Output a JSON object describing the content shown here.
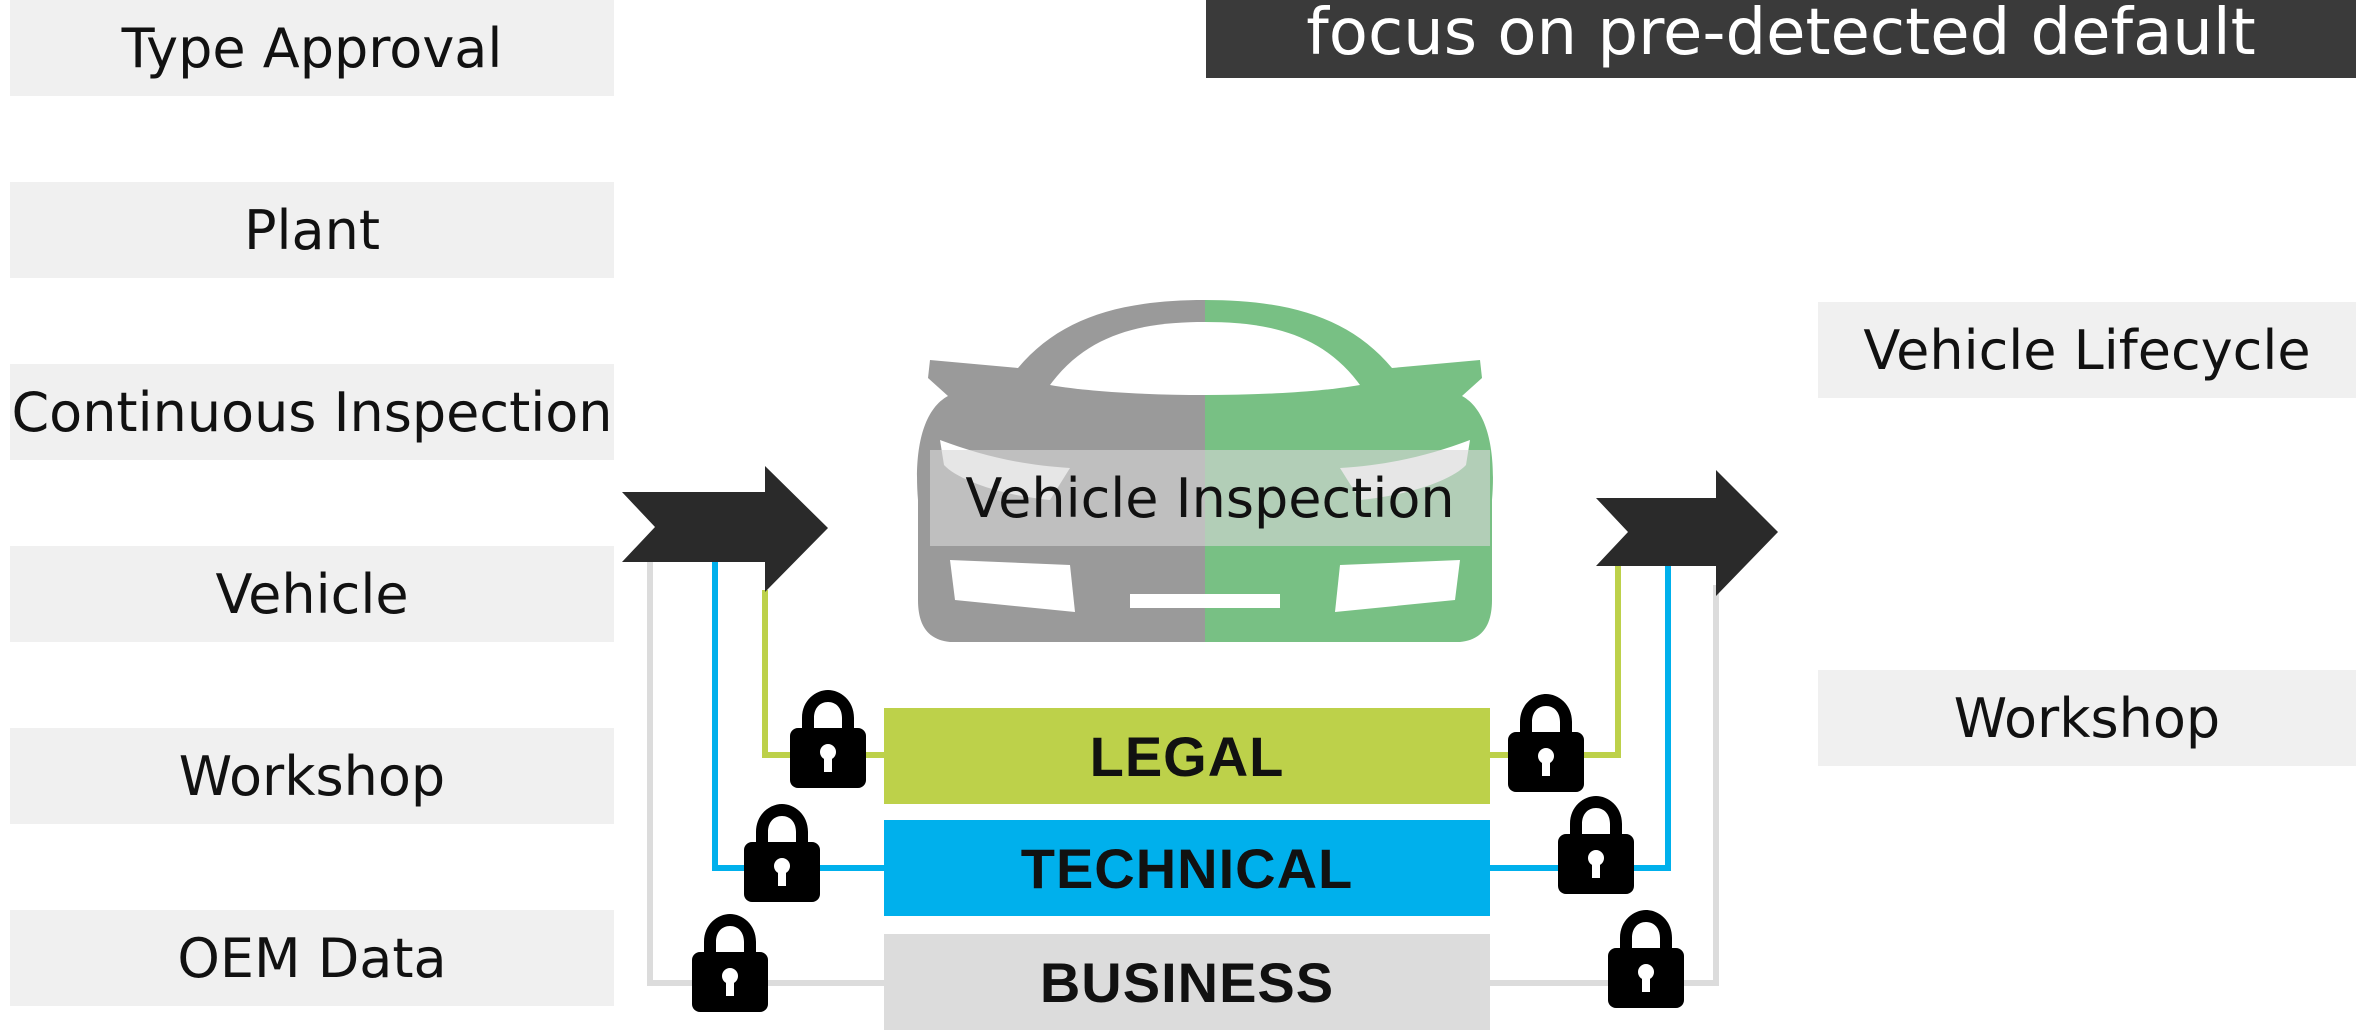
{
  "banner": {
    "text": "focus on pre-detected default"
  },
  "left_items": [
    {
      "label": "Type Approval"
    },
    {
      "label": "Plant"
    },
    {
      "label": "Continuous Inspection"
    },
    {
      "label": "Vehicle"
    },
    {
      "label": "Workshop"
    },
    {
      "label": "OEM Data"
    }
  ],
  "right_items": [
    {
      "label": "Vehicle Lifecycle"
    },
    {
      "label": "Workshop"
    }
  ],
  "center": {
    "label": "Vehicle Inspection"
  },
  "layers": [
    {
      "label": "LEGAL",
      "color": "#bdd14a"
    },
    {
      "label": "TECHNICAL",
      "color": "#00b0ec"
    },
    {
      "label": "BUSINESS",
      "color": "#dcdcdc"
    }
  ],
  "colors": {
    "car_left": "#9a9a9a",
    "car_right": "#78c084",
    "arrow": "#2a2a2a",
    "line_gray": "#dcdcdc",
    "lock": "#000000"
  },
  "icons": [
    "lock-icon",
    "arrow-right-icon",
    "car-icon"
  ]
}
